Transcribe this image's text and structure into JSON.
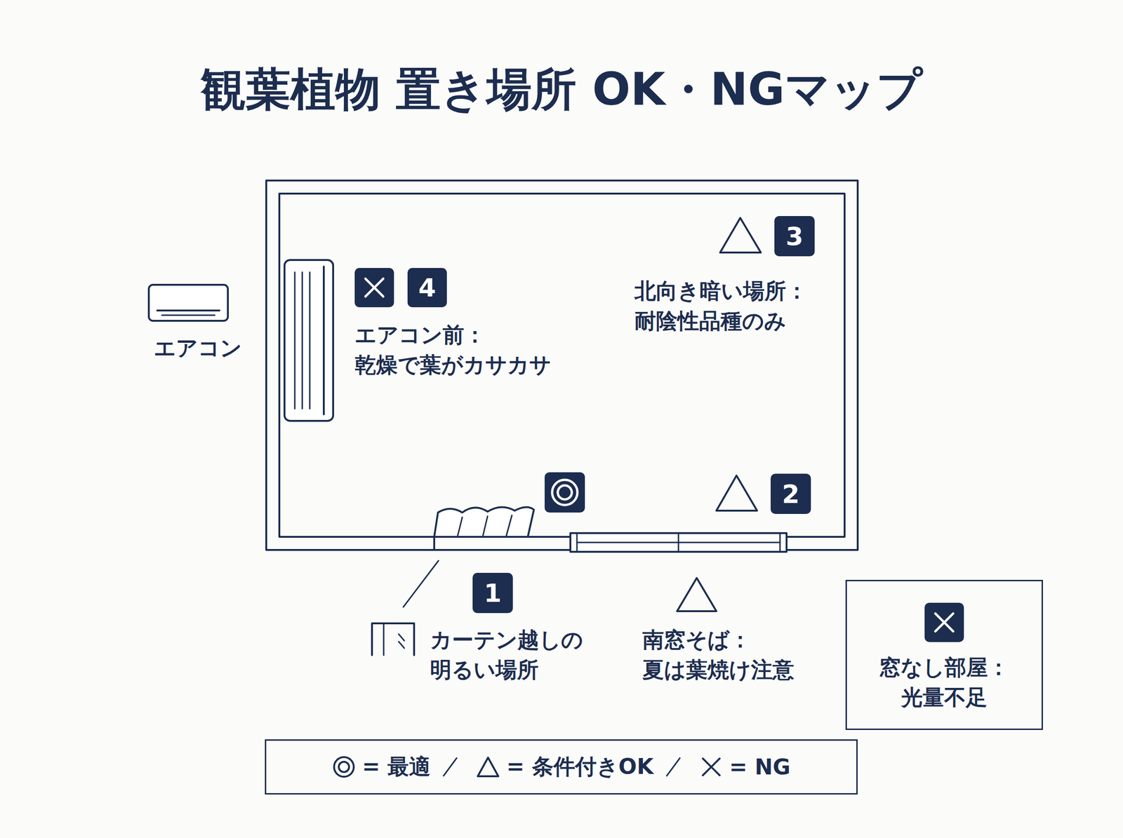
{
  "diagram": {
    "title": "観葉植物 置き場所 OK・NGマップ",
    "nodes": [
      {
        "text": [
          "窓なし部屋： 光量不足"
        ]
      }
    ],
    "labels": [
      "エアコン",
      "4",
      "エアコン前： 乾燥で葉がカサカサ",
      "3",
      "北向き暗い場所： 耐陰性品種のみ",
      "2",
      "1",
      "カーテン越しの 明るい場所",
      "南窓そば： 夏は葉焼け注意"
    ],
    "legend": [
      {
        "text": "= 最適"
      },
      {
        "text": "= 条件付きOK"
      },
      {
        "text": "= NG"
      }
    ]
  }
}
